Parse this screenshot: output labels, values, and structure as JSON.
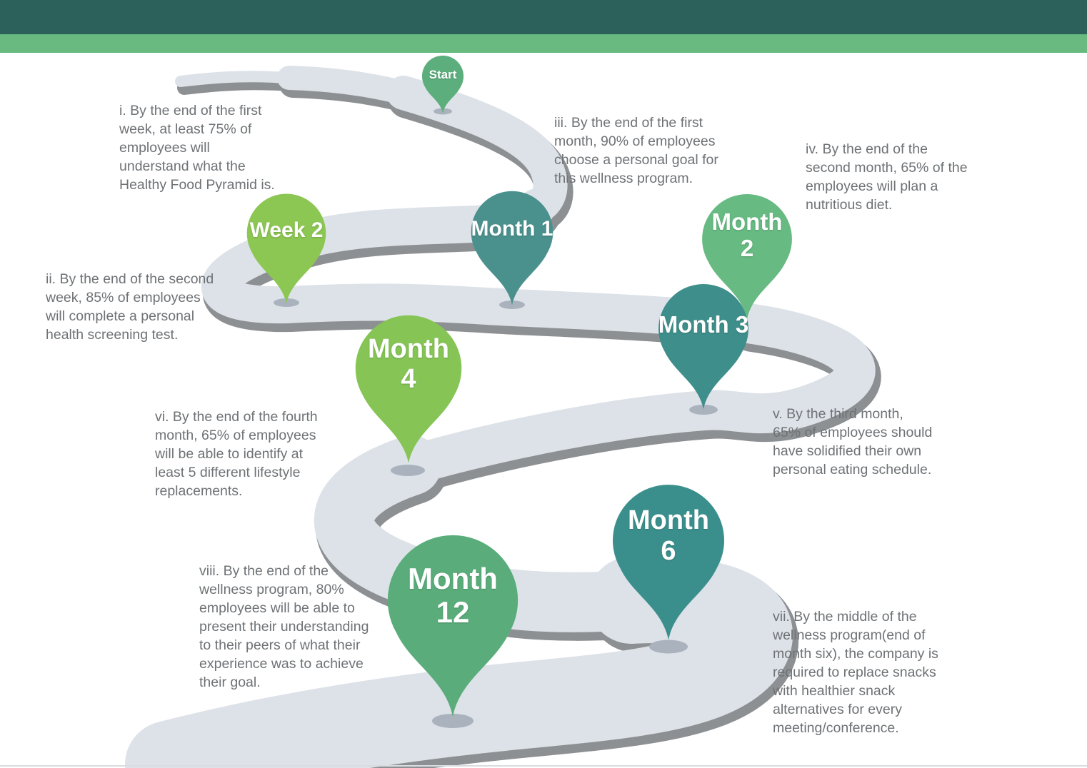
{
  "page": {
    "header": {
      "dark_bar_color": "#2c605a",
      "light_bar_color": "#68ba81"
    },
    "road": {
      "surface_color": "#dde2e8",
      "shadow_color": "#8d9093",
      "marker_color": "#aab3bd"
    },
    "text_color": "#6e7275"
  },
  "milestones": [
    {
      "id": "start",
      "lines": [
        "Start"
      ],
      "color": "#5cae7c"
    },
    {
      "id": "week-2",
      "lines": [
        "Week 2"
      ],
      "color": "#8cc653"
    },
    {
      "id": "month-1",
      "lines": [
        "Month 1"
      ],
      "color": "#4a918e"
    },
    {
      "id": "month-2",
      "lines": [
        "Month",
        "2"
      ],
      "color": "#66ba82"
    },
    {
      "id": "month-3",
      "lines": [
        "Month 3"
      ],
      "color": "#3e8e8b"
    },
    {
      "id": "month-4",
      "lines": [
        "Month",
        "4"
      ],
      "color": "#85c455"
    },
    {
      "id": "month-6",
      "lines": [
        "Month",
        "6"
      ],
      "color": "#3a8f8c"
    },
    {
      "id": "month-12",
      "lines": [
        "Month",
        "12"
      ],
      "color": "#5aad7a"
    }
  ],
  "notes": [
    {
      "id": "i",
      "text": "i. By the end of the first week, at least 75% of employees will understand what the Healthy Food Pyramid is."
    },
    {
      "id": "ii",
      "text": "ii. By the end of the second week, 85% of employees will complete a personal health screening test."
    },
    {
      "id": "iii",
      "text": "iii. By the end of the first month, 90% of employees choose a personal goal for this wellness program."
    },
    {
      "id": "iv",
      "text": "iv. By the end of the second month, 65% of the employees will plan a nutritious diet."
    },
    {
      "id": "v",
      "text": "v. By the third month, 65% of employees should have solidified their own personal eating schedule."
    },
    {
      "id": "vi",
      "text": "vi. By the end of the fourth month, 65% of employees will be able to identify at least 5 different lifestyle replacements."
    },
    {
      "id": "vii",
      "text": "vii. By the middle of the wellness program(end of month six), the company is required to replace snacks with healthier snack alternatives for every meeting/conference."
    },
    {
      "id": "viii",
      "text": "viii. By the end of the wellness program, 80% employees will be able to present their understanding to their peers of what their experience was to achieve their goal."
    }
  ]
}
